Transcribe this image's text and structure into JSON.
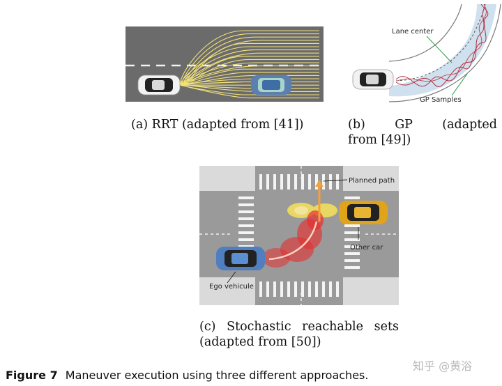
{
  "panel_a": {
    "caption_label": "(a)",
    "caption_text": "RRT (adapted from [41])"
  },
  "panel_b": {
    "caption_label": "(b)",
    "caption_word1": "GP",
    "caption_word2": "(adapted",
    "caption_line2": "from [49])",
    "lane_center_label": "Lane center",
    "gp_samples_label": "GP Samples"
  },
  "panel_c": {
    "caption_line1": [
      "(c)",
      "Stochastic",
      "reachable",
      "sets"
    ],
    "caption_line2": "(adapted from [50])",
    "planned_path_label": "Planned path",
    "other_car_label": "Other car",
    "ego_vehicle_label": "Ego vehicule"
  },
  "figure": {
    "number_label": "Figure 7",
    "caption": "Maneuver execution using three different approaches."
  },
  "watermark": "知乎 @黄浴",
  "colors": {
    "road_gray": "#6b6b6b",
    "trajectory_yellow": "#f2e27a",
    "reachable_red": "#e53131",
    "other_car_yellow": "#e0a31c",
    "ego_car_blue": "#4f7fc0"
  }
}
